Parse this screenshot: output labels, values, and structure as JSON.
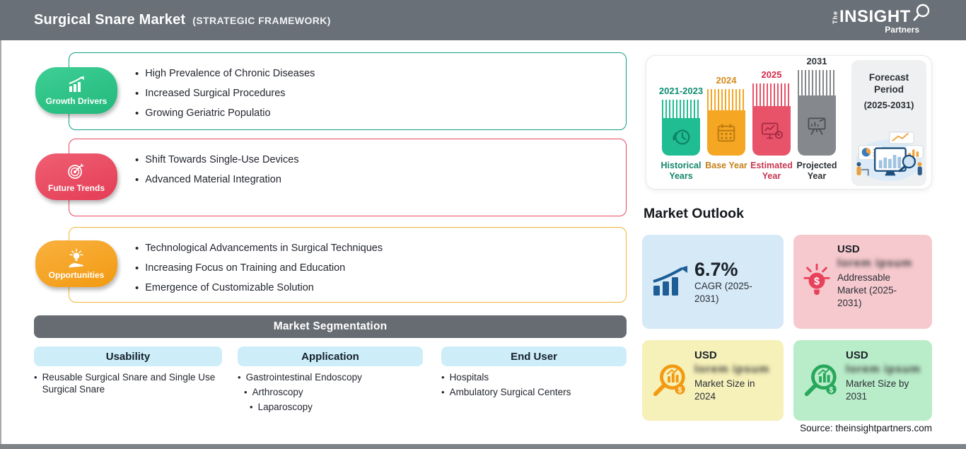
{
  "header": {
    "title": "Surgical Snare Market",
    "subtitle": "(STRATEGIC FRAMEWORK)",
    "logo": {
      "the": "The",
      "insight": "INSIGHT",
      "partners": "Partners"
    }
  },
  "framework_sections": [
    {
      "label": "Growth Drivers",
      "icon": "growth-chart-icon",
      "color": "#22b87c",
      "items": [
        "High Prevalence of Chronic Diseases",
        "Increased Surgical Procedures",
        "Growing Geriatric Populatio"
      ]
    },
    {
      "label": "Future Trends",
      "icon": "target-icon",
      "color": "#e43d56",
      "items": [
        "Shift Towards Single-Use Devices",
        "Advanced Material Integration"
      ]
    },
    {
      "label": "Opportunities",
      "icon": "idea-hand-icon",
      "color": "#f29a11",
      "items": [
        "Technological Advancements in Surgical Techniques",
        "Increasing Focus on Training and Education",
        "Emergence of Customizable Solution"
      ]
    }
  ],
  "segmentation": {
    "title": "Market Segmentation",
    "columns": [
      {
        "header": "Usability",
        "items": [
          "Reusable Surgical Snare and Single Use Surgical Snare"
        ]
      },
      {
        "header": "Application",
        "items": [
          "Gastrointestinal Endoscopy",
          "Arthroscopy",
          "Laparoscopy"
        ]
      },
      {
        "header": "End User",
        "items": [
          "Hospitals",
          "Ambulatory Surgical Centers"
        ]
      }
    ]
  },
  "timeline": {
    "bars": [
      {
        "year": "2021-2023",
        "label": "Historical Years",
        "color": "#21bd92",
        "icon": "clock-history-icon"
      },
      {
        "year": "2024",
        "label": "Base Year",
        "color": "#f5a623",
        "icon": "calendar-icon"
      },
      {
        "year": "2025",
        "label": "Estimated Year",
        "color": "#e8536a",
        "icon": "monitor-gear-icon"
      },
      {
        "year": "2031",
        "label": "Projected Year",
        "color": "#85888c",
        "icon": "projection-screen-icon"
      }
    ],
    "forecast": {
      "line1": "Forecast",
      "line2": "Period",
      "range": "(2025-2031)"
    }
  },
  "outlook": {
    "heading": "Market Outlook",
    "cards": [
      {
        "value": "6.7%",
        "label": "CAGR (2025-2031)",
        "bg": "#d6e9f6",
        "icon": "growth-bars-icon"
      },
      {
        "currency": "USD",
        "blurred_value": "lorem ipsum",
        "label": "Addressable Market (2025-2031)",
        "bg": "#f6c9ce",
        "icon": "dollar-bulb-icon"
      },
      {
        "currency": "USD",
        "blurred_value": "lorem ipsum",
        "label": "Market Size in 2024",
        "bg": "#f6f0b9",
        "icon": "magnifier-chart-icon"
      },
      {
        "currency": "USD",
        "blurred_value": "lorem ipsum",
        "label": "Market Size by 2031",
        "bg": "#b9ecc9",
        "icon": "magnifier-chart-icon"
      }
    ],
    "source": "Source: theinsightpartners.com"
  },
  "colors": {
    "header_gray": "#6a7077",
    "segmentation_header_blue": "#cdeef9",
    "growth_green": "#22b87c",
    "trends_red": "#e43d56",
    "opportunities_orange": "#f29a11",
    "cagr_icon_blue": "#1d5e96"
  }
}
